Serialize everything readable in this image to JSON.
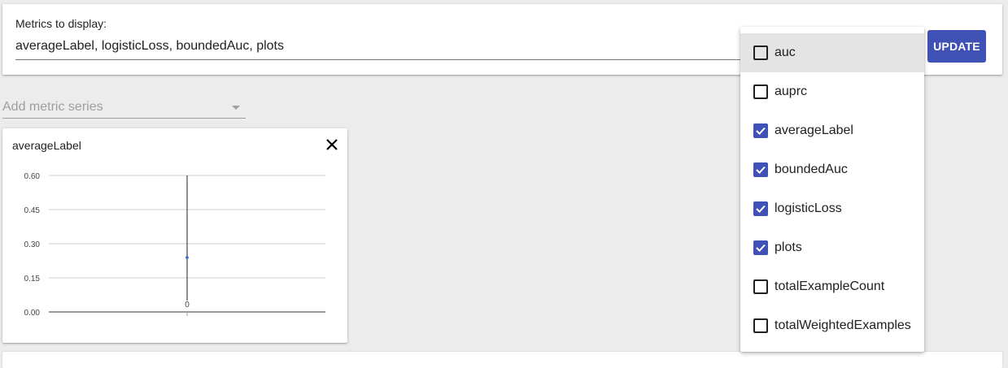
{
  "metrics_panel": {
    "label": "Metrics to display:",
    "input_value": "averageLabel, logisticLoss, boundedAuc, plots",
    "update_button": "UPDATE"
  },
  "add_series": {
    "placeholder": "Add metric series"
  },
  "chart_card": {
    "title": "averageLabel",
    "close_icon": "close-icon"
  },
  "dropdown": {
    "options": [
      {
        "label": "auc",
        "checked": false,
        "highlighted": true
      },
      {
        "label": "auprc",
        "checked": false,
        "highlighted": false
      },
      {
        "label": "averageLabel",
        "checked": true,
        "highlighted": false
      },
      {
        "label": "boundedAuc",
        "checked": true,
        "highlighted": false
      },
      {
        "label": "logisticLoss",
        "checked": true,
        "highlighted": false
      },
      {
        "label": "plots",
        "checked": true,
        "highlighted": false
      },
      {
        "label": "totalExampleCount",
        "checked": false,
        "highlighted": false
      },
      {
        "label": "totalWeightedExamples",
        "checked": false,
        "highlighted": false
      }
    ]
  },
  "colors": {
    "accent": "#3f51b5",
    "background": "#ececec",
    "data_point": "#3366cc"
  },
  "chart_data": {
    "type": "scatter",
    "title": "averageLabel",
    "x": [
      0
    ],
    "values": [
      0.24
    ],
    "x_ticks": [
      "0"
    ],
    "y_ticks": [
      "0.00",
      "0.15",
      "0.30",
      "0.45",
      "0.60"
    ],
    "ylim": [
      0,
      0.6
    ],
    "xlabel": "",
    "ylabel": "",
    "grid": true,
    "legend": "none"
  }
}
